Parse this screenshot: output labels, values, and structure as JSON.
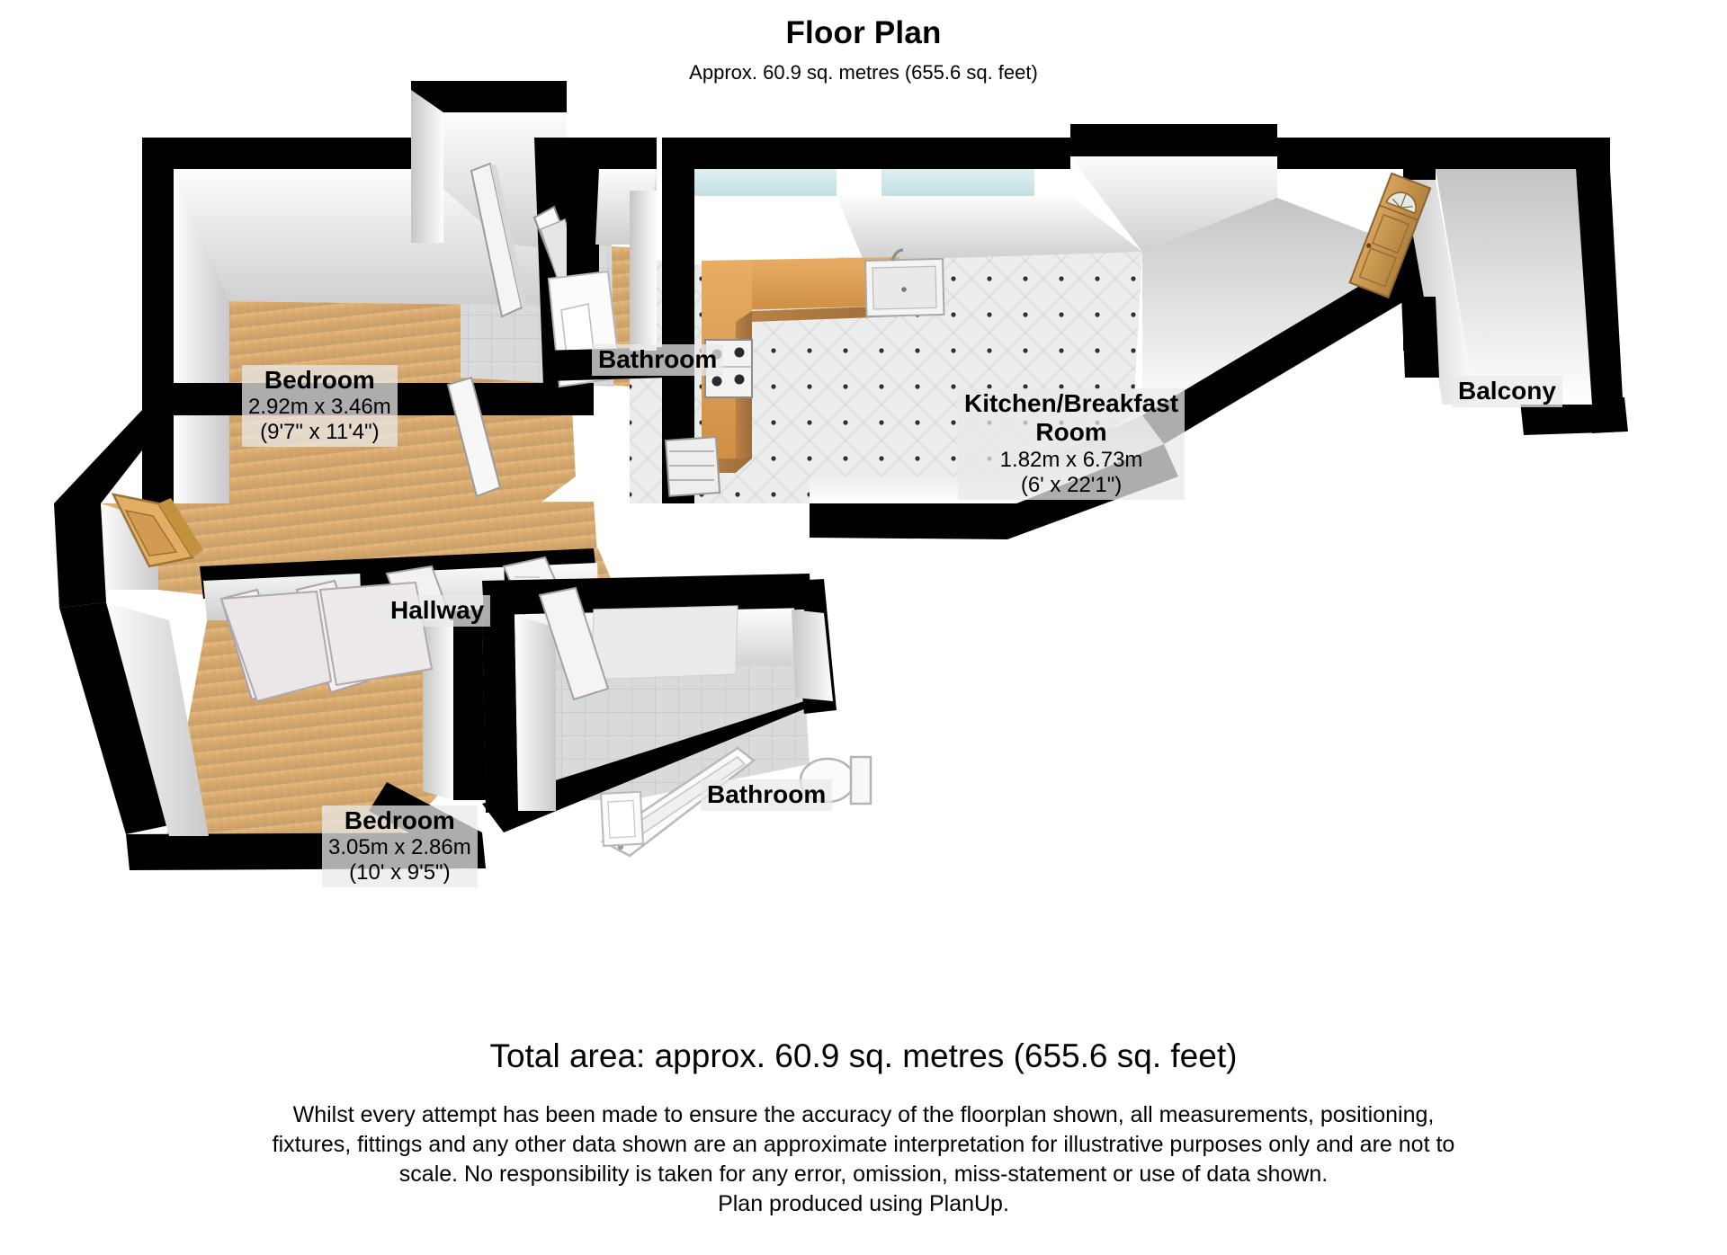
{
  "header": {
    "title": "Floor Plan",
    "subtitle": "Approx.  60.9 sq. metres (655.6 sq. feet)"
  },
  "rooms": [
    {
      "id": "bedroom-1",
      "name": "Bedroom",
      "dims_metric": "2.92m x 3.46m",
      "dims_imperial": "(9'7\" x 11'4\")",
      "floor": "wood",
      "fixtures": [
        "door",
        "door"
      ]
    },
    {
      "id": "bathroom-1",
      "name": "Bathroom",
      "dims_metric": "",
      "dims_imperial": "",
      "floor": "tile",
      "fixtures": [
        "bath",
        "basin"
      ]
    },
    {
      "id": "kitchen-breakfast-room",
      "name": "Kitchen/Breakfast Room",
      "name_line1": "Kitchen/Breakfast",
      "name_line2": "Room",
      "dims_metric": "1.82m x 6.73m",
      "dims_imperial": "(6' x 22'1\")",
      "floor": "dotted-tile",
      "fixtures": [
        "sink",
        "hob",
        "counter"
      ]
    },
    {
      "id": "balcony",
      "name": "Balcony",
      "dims_metric": "",
      "dims_imperial": "",
      "floor": "plain",
      "fixtures": [
        "exterior-door"
      ]
    },
    {
      "id": "hallway",
      "name": "Hallway",
      "dims_metric": "",
      "dims_imperial": "",
      "floor": "wood",
      "fixtures": [
        "front-door",
        "door",
        "door",
        "door"
      ]
    },
    {
      "id": "bedroom-2",
      "name": "Bedroom",
      "dims_metric": "3.05m x 2.86m",
      "dims_imperial": "(10' x 9'5\")",
      "floor": "wood",
      "fixtures": [
        "wardrobe",
        "door"
      ]
    },
    {
      "id": "bathroom-2",
      "name": "Bathroom",
      "dims_metric": "",
      "dims_imperial": "",
      "floor": "tile",
      "fixtures": [
        "bath",
        "basin",
        "toilet",
        "door"
      ]
    }
  ],
  "footer": {
    "total_area": "Total area: approx.  60.9 sq. metres (655.6 sq. feet)",
    "disclaimer_line1": "Whilst every attempt has been made to ensure the accuracy of the floorplan shown, all measurements, positioning,",
    "disclaimer_line2": "fixtures, fittings and any other data shown are an approximate interpretation for illustrative purposes only and are not to",
    "disclaimer_line3": "scale.  No responsibility is taken for any error, omission, miss-statement or use of data shown.",
    "disclaimer_line4": "Plan produced using PlanUp."
  },
  "colors": {
    "wall": "#000000",
    "wall_face": "#f2f2f2",
    "wood_floor": "#d9ab6e",
    "tile_floor": "#d5d7d8",
    "counter": "#d79a4e",
    "door_wood": "#c9974b",
    "background": "#ffffff"
  }
}
